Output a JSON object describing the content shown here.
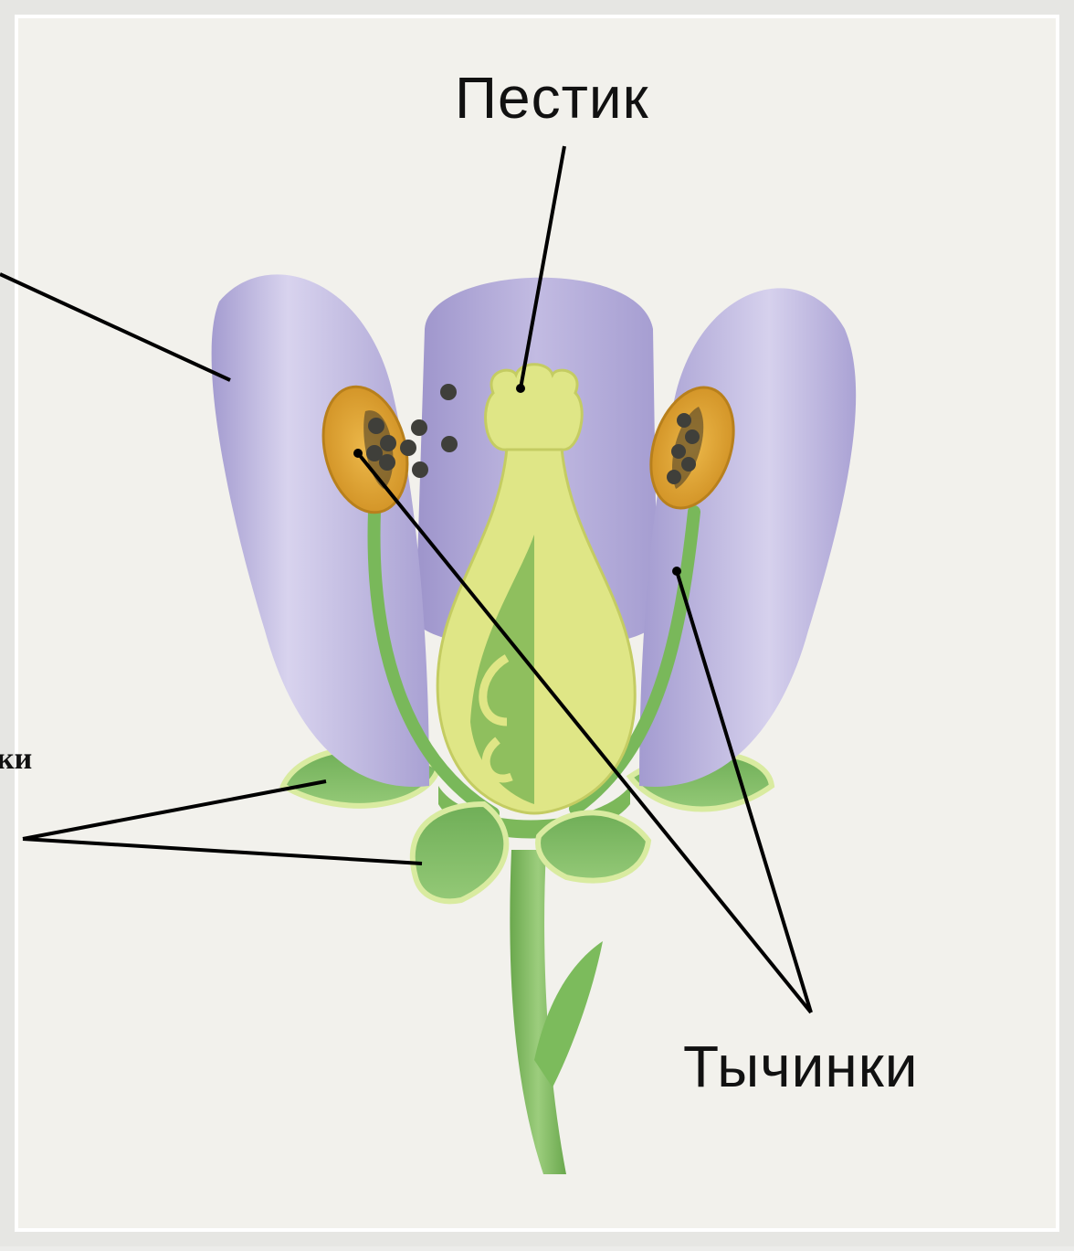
{
  "labels": {
    "pistil": "Пестик",
    "stamens": "Тычинки",
    "sepals_partial": "ки"
  },
  "colors": {
    "background": "#f2f1ec",
    "petal": "#b9b2dc",
    "pistil": "#dfe686",
    "sepal": "#86c06a",
    "stem": "#7cb85a",
    "anther": "#e0a835",
    "pollen": "#3f3f3a",
    "leader_line": "#000000"
  }
}
